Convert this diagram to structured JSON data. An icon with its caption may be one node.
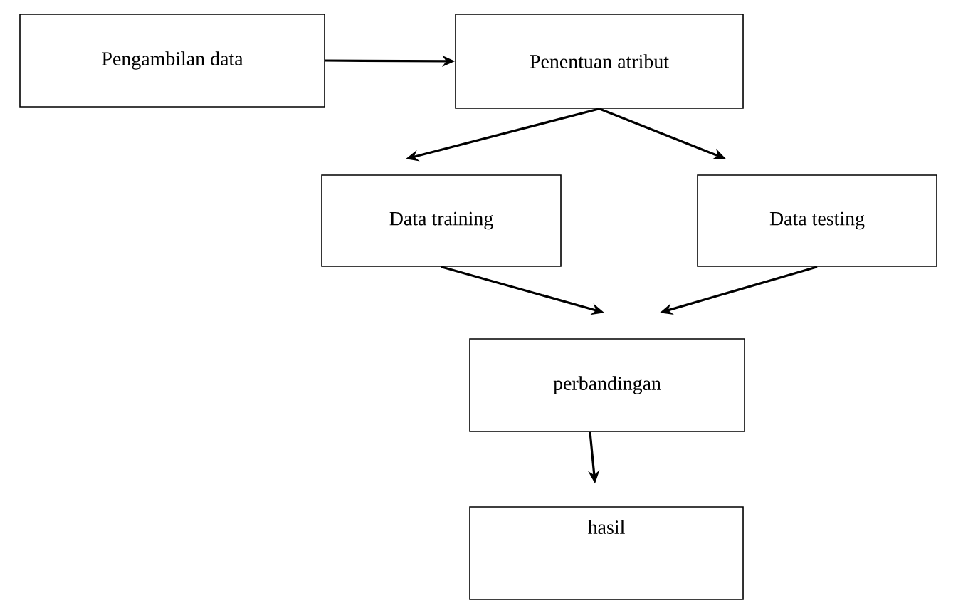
{
  "diagram": {
    "nodes": [
      {
        "text": [
          "Pengambilan data"
        ]
      },
      {
        "text": [
          "Penentuan atribut"
        ]
      },
      {
        "text": [
          "Data training"
        ]
      },
      {
        "text": [
          "Data testing"
        ]
      },
      {
        "text": [
          "perbandingan"
        ]
      },
      {
        "text": [
          "hasil"
        ]
      }
    ],
    "edges": [
      {
        "from": 0,
        "to": 1,
        "arrow": "to"
      },
      {
        "from": 1,
        "to": 2,
        "arrow": "to"
      },
      {
        "from": 1,
        "to": 3,
        "arrow": "to"
      },
      {
        "from": 2,
        "to": 4,
        "arrow": "to"
      },
      {
        "from": 3,
        "to": 4,
        "arrow": "to"
      },
      {
        "from": 4,
        "to": 5,
        "arrow": "to"
      }
    ]
  }
}
